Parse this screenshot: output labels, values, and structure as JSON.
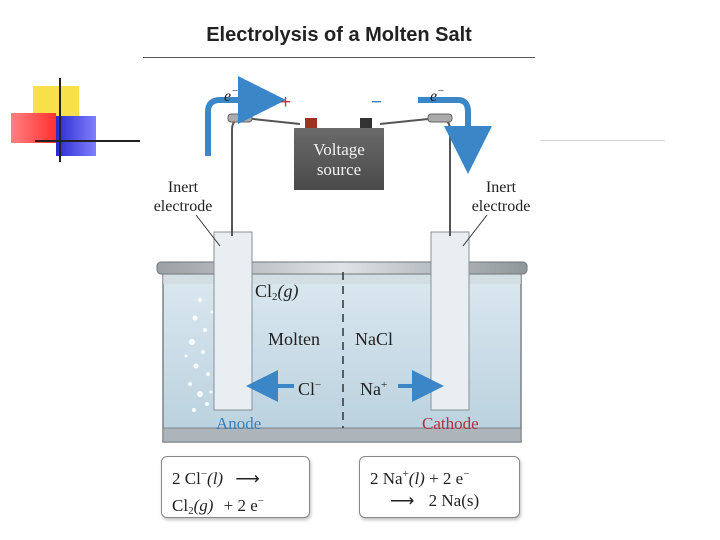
{
  "title": "Electrolysis of a Molten Salt",
  "electron_left": "e",
  "electron_right": "e",
  "electron_charge": "−",
  "plus_sign": "+",
  "minus_sign": "−",
  "voltage_source": [
    "Voltage",
    "source"
  ],
  "inert_left": [
    "Inert",
    "electrode"
  ],
  "inert_right": [
    "Inert",
    "electrode"
  ],
  "gas": {
    "cl": "Cl",
    "sub": "2",
    "state": "(g)"
  },
  "melt": {
    "left": "Molten",
    "right": "NaCl"
  },
  "ion_left": {
    "symbol": "Cl",
    "charge": "−"
  },
  "ion_right": {
    "symbol": "Na",
    "charge": "+"
  },
  "anode": "Anode",
  "cathode": "Cathode",
  "anode_eq": {
    "line1_a": "2 Cl",
    "line1_charge": "−",
    "line1_state": "(l)",
    "line1_arrow": "⟶",
    "line2_a": "Cl",
    "line2_sub": "2",
    "line2_state": "(g)",
    "line2_b": "+ 2 e",
    "line2_charge": "−"
  },
  "cathode_eq": {
    "line1_a": "2 Na",
    "line1_charge": "+",
    "line1_state": "(l)",
    "line1_b": "+ 2 e",
    "line1_charge2": "−",
    "line2_arrow": "⟶",
    "line2_b": "2 Na(s)"
  },
  "colors": {
    "arrow": "#3a86c6",
    "anode": "#3a7fb8",
    "cathode": "#b03040",
    "plus": "#c0392b",
    "minus": "#3a7fb8",
    "electrolyte": "#cfe1ec"
  }
}
